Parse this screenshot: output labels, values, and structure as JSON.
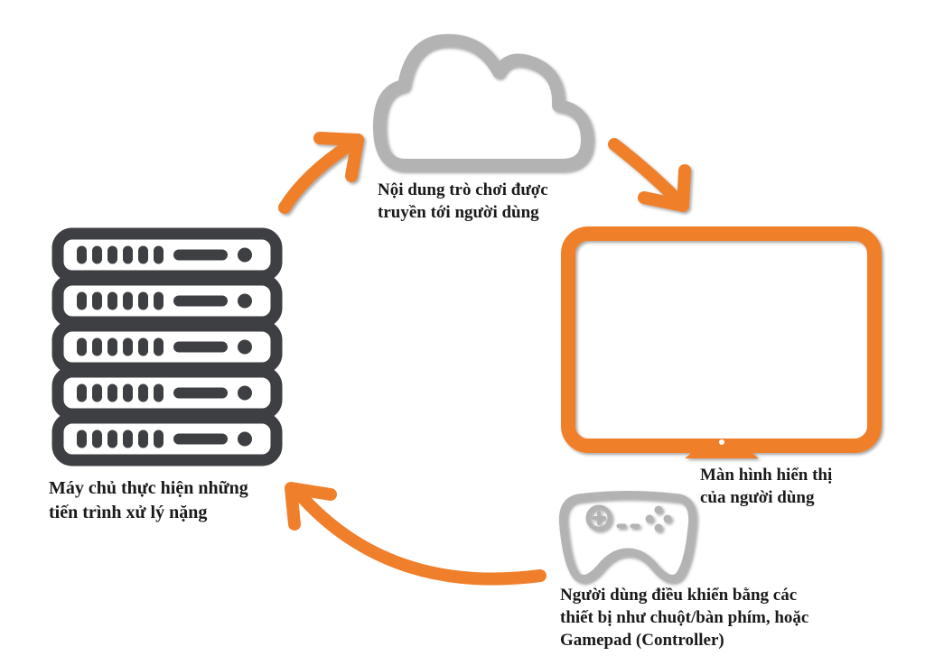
{
  "title": "Cloud gaming flow",
  "colors": {
    "accent": "#f07f2c",
    "server": "#3d3f42",
    "cloud": "#b3b3b3",
    "gamepad": "#b3b3b3",
    "text": "#1a1a1a"
  },
  "nodes": {
    "cloud": {
      "icon": "cloud-icon",
      "lines": [
        "Nội dung trò chơi được",
        "truyền tới người dùng"
      ]
    },
    "server": {
      "icon": "server-rack-icon",
      "lines": [
        "Máy chủ thực hiện những",
        "tiến trình xử lý nặng"
      ]
    },
    "monitor": {
      "icon": "monitor-icon",
      "lines": [
        "Màn hình hiển thị",
        "của người dùng"
      ]
    },
    "gamepad": {
      "icon": "gamepad-icon",
      "lines": [
        "Người dùng điều khiển bằng các",
        "thiết bị như chuột/bàn phím, hoặc",
        "Gamepad (Controller)"
      ]
    }
  },
  "edges": [
    {
      "from": "server",
      "to": "cloud",
      "icon": "arrow-up-right-icon"
    },
    {
      "from": "cloud",
      "to": "monitor",
      "icon": "arrow-down-right-icon"
    },
    {
      "from": "gamepad",
      "to": "server",
      "icon": "curved-arrow-left-icon"
    }
  ]
}
